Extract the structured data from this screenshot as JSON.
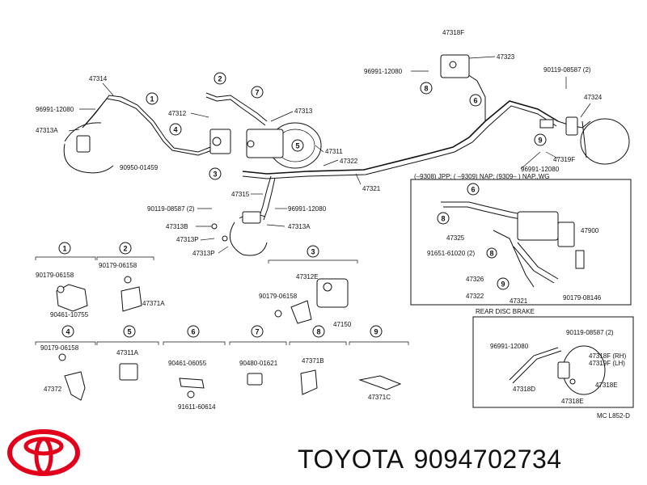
{
  "footer": {
    "brand": "TOYOTA",
    "part_number": "9094702734"
  },
  "diagram": {
    "ref_code": "MC L852-D",
    "section_header": "(–9308) JPP; (   –9309) NAP; (9309–   ) NAP.,WG",
    "rear_disc_header": "REAR DISC BRAKE",
    "labels": {
      "p47314": "47314",
      "p96991_12080_a": "96991-12080",
      "p47313A_a": "47313A",
      "p90950_01459": "90950-01459",
      "p47312": "47312",
      "p47313": "47313",
      "p47311": "47311",
      "p47322": "47322",
      "p47321_a": "47321",
      "p47315": "47315",
      "p90119_08587_a": "90119-08587 (2)",
      "p96991_12080_b": "96991-12080",
      "p47313B": "47313B",
      "p47313A_b": "47313A",
      "p47313P_a": "47313P",
      "p47313P_b": "47313P",
      "p47318F_a": "47318F",
      "p47323": "47323",
      "p96991_12080_c": "96991-12080",
      "p90119_08587_b": "90119-08587 (2)",
      "p47324": "47324",
      "p96991_12080_d": "96991-12080",
      "p47319F_a": "47319F",
      "p47325": "47325",
      "p47900": "47900",
      "p91651_61020": "91651-61020 (2)",
      "p47326": "47326",
      "p47322_b": "47322",
      "p47321_b": "47321",
      "p90179_08146": "90179-08146",
      "p90179_06158_1": "90179-06158",
      "p90461_10755": "90461-10755",
      "p90179_06158_2": "90179-06158",
      "p47371A": "47371A",
      "p47312E": "47312E",
      "p90179_06158_3": "90179-06158",
      "p47150": "47150",
      "p90179_06158_4": "90179-06158",
      "p47372": "47372",
      "p47311A": "47311A",
      "p90461_06055": "90461-06055",
      "p91611_60614": "91611-60614",
      "p90480_01621": "90480-01621",
      "p47371B": "47371B",
      "p47371C": "47371C",
      "p96991_12080_e": "96991-12080",
      "p90119_08587_c": "90119-08587 (2)",
      "p47318F_b": "47318F (RH)",
      "p47319F_b": "47319F (LH)",
      "p47318D": "47318D",
      "p47318E_a": "47318E",
      "p47318E_b": "47318E"
    },
    "callouts": [
      "1",
      "2",
      "3",
      "4",
      "5",
      "6",
      "7",
      "8",
      "9"
    ]
  }
}
